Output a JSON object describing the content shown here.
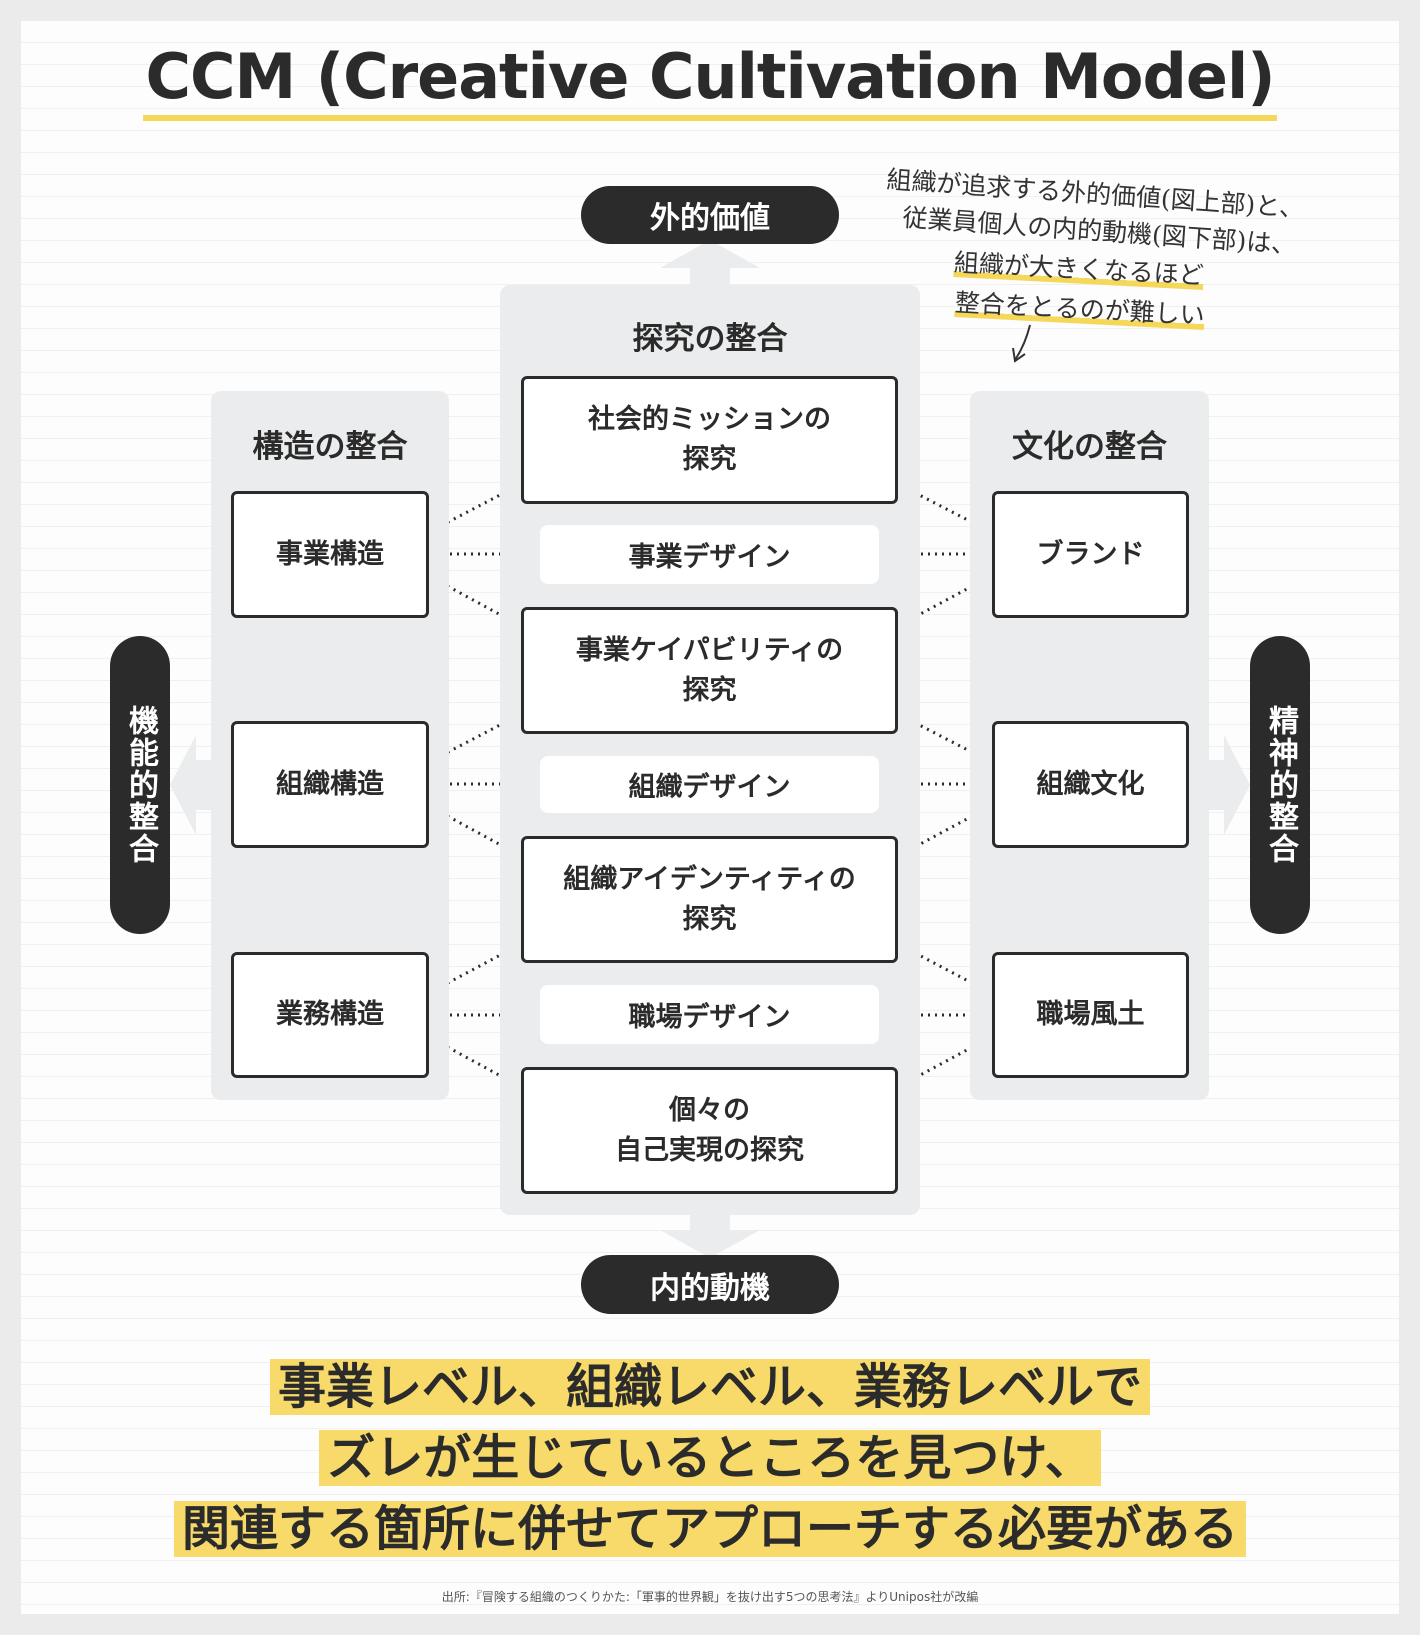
{
  "title": "CCM (Creative Cultivation Model)",
  "top_pill": "外的価値",
  "bottom_pill": "内的動機",
  "left_pill": "機能的整合",
  "right_pill": "精神的整合",
  "columns": {
    "left": {
      "header": "構造の整合",
      "items": [
        "事業構造",
        "組織構造",
        "業務構造"
      ]
    },
    "center": {
      "header": "探究の整合",
      "items": [
        "社会的ミッションの\n探究",
        "事業ケイパビリティの\n探究",
        "組織アイデンティティの\n探究",
        "個々の\n自己実現の探究"
      ],
      "designs": [
        "事業デザイン",
        "組織デザイン",
        "職場デザイン"
      ]
    },
    "right": {
      "header": "文化の整合",
      "items": [
        "ブランド",
        "組織文化",
        "職場風土"
      ]
    }
  },
  "note": {
    "lines": [
      "組織が追求する外的価値(図上部)と、",
      "従業員個人の内的動機(図下部)は、"
    ],
    "highlight": [
      "組織が大きくなるほど",
      "整合をとるのが難しい"
    ]
  },
  "conclusion": [
    "事業レベル、組織レベル、業務レベルで",
    "ズレが生じているところを見つけ、",
    "関連する箇所に併せてアプローチする必要がある"
  ],
  "source": "出所:『冒険する組織のつくりかた:「軍事的世界観」を抜け出す5つの思考法』よりUnipos社が改編",
  "colors": {
    "accent": "#f5d75a",
    "dark": "#2b2b2b",
    "panel": "#ebeced"
  }
}
